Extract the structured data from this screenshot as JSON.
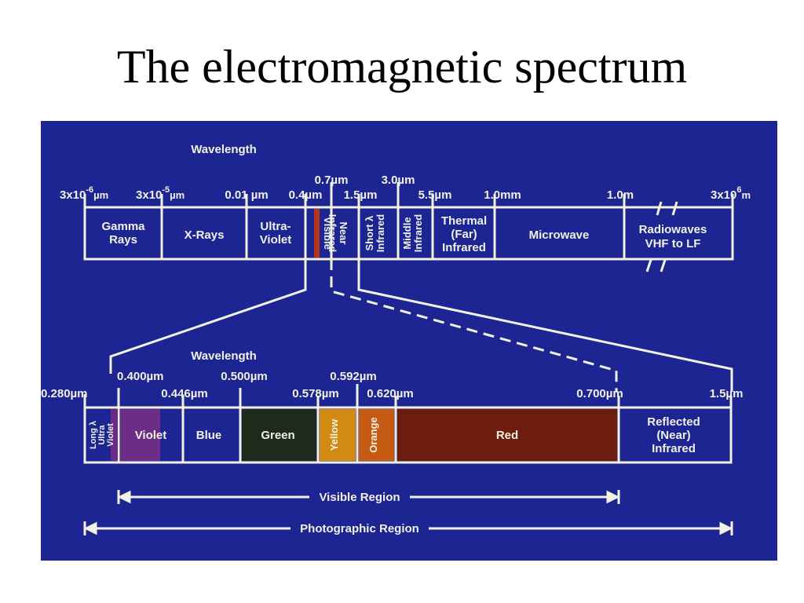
{
  "title": "The electromagnetic spectrum",
  "colors": {
    "panel_bg": "#1c2592",
    "line": "#f1f1e4",
    "uv_long": "#6a2a86",
    "violet": "#6b2d86",
    "blue": "#1c2592",
    "green": "#1e2a1c",
    "yellow": "#d18a12",
    "orange": "#c55a12",
    "red": "#6d1c0e",
    "visible_strip": "#b5361a"
  },
  "top_bar": {
    "axis_title": "Wavelength",
    "ticks": [
      {
        "base": "3x10",
        "exp": "-6",
        "unit": "µm"
      },
      {
        "base": "3x10",
        "exp": "-5",
        "unit": "µm"
      },
      {
        "text": "0.01 µm"
      },
      {
        "text": "0.4µm"
      },
      {
        "text": "0.7µm"
      },
      {
        "text": "1.5µm"
      },
      {
        "text": "3.0µm"
      },
      {
        "text": "5.5µm"
      },
      {
        "text": "1.0mm"
      },
      {
        "text": "1.0m"
      },
      {
        "base": "3x10",
        "exp": "6",
        "unit": "m"
      }
    ],
    "segments": [
      {
        "lines": [
          "Gamma",
          "Rays"
        ]
      },
      {
        "lines": [
          "X-Rays"
        ]
      },
      {
        "lines": [
          "Ultra-",
          "Violet"
        ]
      },
      {
        "lines": [
          "Visible"
        ]
      },
      {
        "lines": [
          "Near",
          "Infrared"
        ]
      },
      {
        "lines": [
          "Short λ",
          "Infrared"
        ]
      },
      {
        "lines": [
          "Middle",
          "Infrared"
        ]
      },
      {
        "lines": [
          "Thermal",
          "(Far)",
          "Infrared"
        ]
      },
      {
        "lines": [
          "Microwave"
        ]
      },
      {
        "lines": [
          "Radiowaves",
          "VHF to LF"
        ]
      }
    ]
  },
  "bottom_bar": {
    "axis_title": "Wavelength",
    "ticks": [
      {
        "text": "0.280µm"
      },
      {
        "text": "0.400µm"
      },
      {
        "text": "0.446µm"
      },
      {
        "text": "0.500µm"
      },
      {
        "text": "0.578µm"
      },
      {
        "text": "0.592µm"
      },
      {
        "text": "0.620µm"
      },
      {
        "text": "0.700µm"
      },
      {
        "text": "1.5µm"
      }
    ],
    "segments": [
      {
        "lines": [
          "Long λ",
          "Ultra",
          "Violet"
        ]
      },
      {
        "lines": [
          "Violet"
        ]
      },
      {
        "lines": [
          "Blue"
        ]
      },
      {
        "lines": [
          "Green"
        ]
      },
      {
        "lines": [
          "Yellow"
        ]
      },
      {
        "lines": [
          "Orange"
        ]
      },
      {
        "lines": [
          "Red"
        ]
      },
      {
        "lines": [
          "Reflected",
          "(Near)",
          "Infrared"
        ]
      }
    ]
  },
  "regions": {
    "visible": "Visible Region",
    "photographic": "Photographic Region"
  }
}
